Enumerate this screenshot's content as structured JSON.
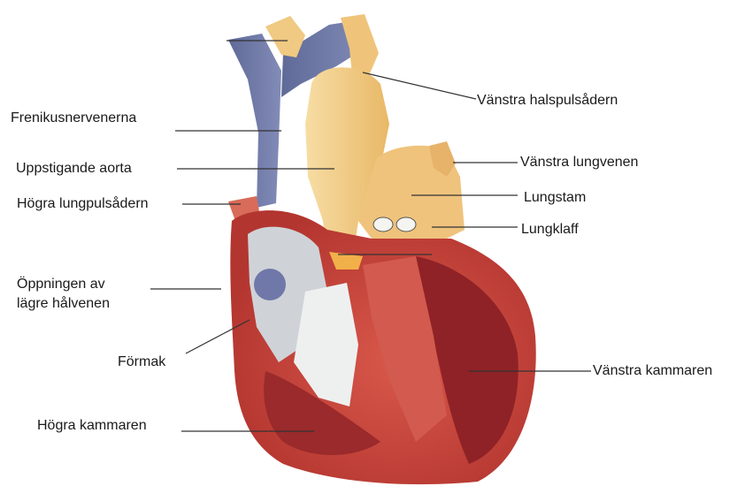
{
  "labels": {
    "phrenic_veins": "Frenikusnervenerna",
    "ascending_aorta": "Uppstigande aorta",
    "right_pulmonary_artery": "Högra lungpulsådern",
    "ivc_opening_line1": "Öppningen av",
    "ivc_opening_line2": "lägre hålvenen",
    "atrium": "Förmak",
    "right_ventricle": "Högra kammaren",
    "left_carotid": "Vänstra halspulsådern",
    "left_pulmonary_vein": "Vänstra lungvenen",
    "pulmonary_trunk": "Lungstam",
    "pulmonary_valve": "Lungklaff",
    "left_ventricle": "Vänstra kammaren"
  },
  "colors": {
    "vein_blue": "#6f7aa6",
    "aorta_yellow": "#f3cf8a",
    "myocardium_red": "#c8453c",
    "chamber_dark": "#8a1f22",
    "leader_line": "#333333"
  }
}
